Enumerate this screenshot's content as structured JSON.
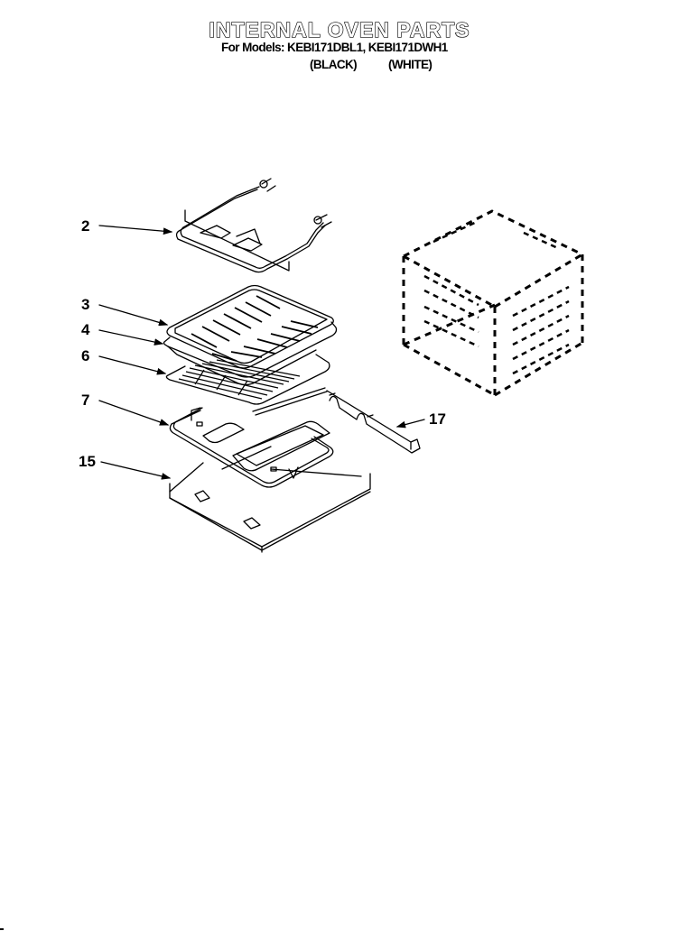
{
  "header": {
    "title": "INTERNAL OVEN PARTS",
    "models_line": "For Models: KEBI171DBL1, KEBI171DWH1",
    "model_colors": [
      "(BLACK)",
      "(WHITE)"
    ]
  },
  "callouts": [
    {
      "number": "2",
      "part": "upper-heating-element"
    },
    {
      "number": "3",
      "part": "broiler-pan-grid"
    },
    {
      "number": "4",
      "part": "broiler-pan"
    },
    {
      "number": "6",
      "part": "oven-rack"
    },
    {
      "number": "7",
      "part": "lower-bake-element"
    },
    {
      "number": "15",
      "part": "bottom-drip-tray"
    },
    {
      "number": "17",
      "part": "rack-support-bracket"
    }
  ],
  "reference": {
    "oven_cavity": "oven-cavity-dashed-outline"
  }
}
